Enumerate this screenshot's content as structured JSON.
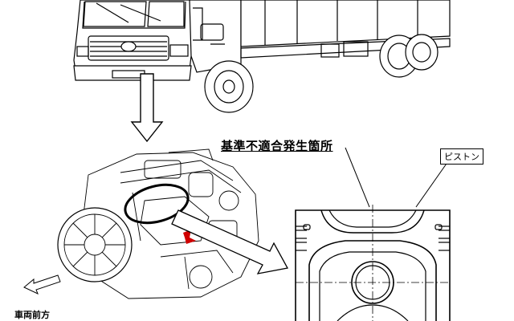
{
  "labels": {
    "defect_location": "基準不適合発生箇所",
    "piston": "ピストン",
    "vehicle_front": "車両前方"
  },
  "colors": {
    "line": "#000000",
    "highlight": "#d00000",
    "background": "#ffffff"
  }
}
